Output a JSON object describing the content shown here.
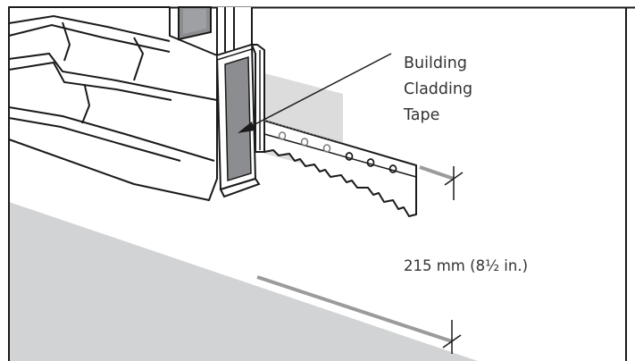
{
  "callout": {
    "line1": "Building",
    "line2": "Cladding",
    "line3": "Tape"
  },
  "dimension": {
    "text": "215 mm (8½ in.)"
  },
  "colors": {
    "ground": "#d2d3d5",
    "tape": "#8c8d90",
    "outline": "#1a1a1a",
    "shadow": "#dcdcdc",
    "mark_line": "#9a9b9d"
  }
}
